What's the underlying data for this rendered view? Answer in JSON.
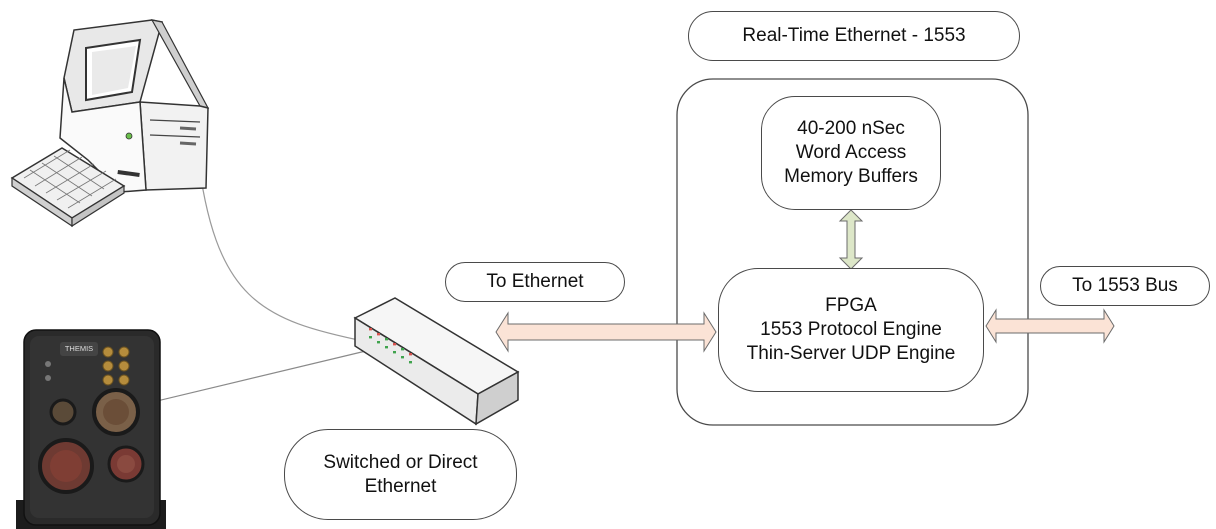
{
  "title_label": "Real-Time Ethernet - 1553",
  "memory_box": [
    "40-200 nSec",
    "Word Access",
    "Memory Buffers"
  ],
  "fpga_box": [
    "FPGA",
    "1553 Protocol Engine",
    "Thin-Server UDP Engine"
  ],
  "to_ethernet_label": "To Ethernet",
  "to_bus_label": "To 1553 Bus",
  "network_label": [
    "Switched or Direct",
    "Ethernet"
  ],
  "device_brand": "THEMIS",
  "icons": [
    "desktop-computer-icon",
    "keyboard-icon",
    "network-switch-icon",
    "rugged-avionics-device-icon"
  ],
  "colors": {
    "arrow_fill": "#fbe3d6",
    "arrow_stroke": "#6b6b6b",
    "vertical_arrow_fill": "#dde7c8",
    "box_border": "#4a4a4a",
    "switch_led_red": "#d9534f",
    "switch_led_green": "#3fa34d"
  }
}
